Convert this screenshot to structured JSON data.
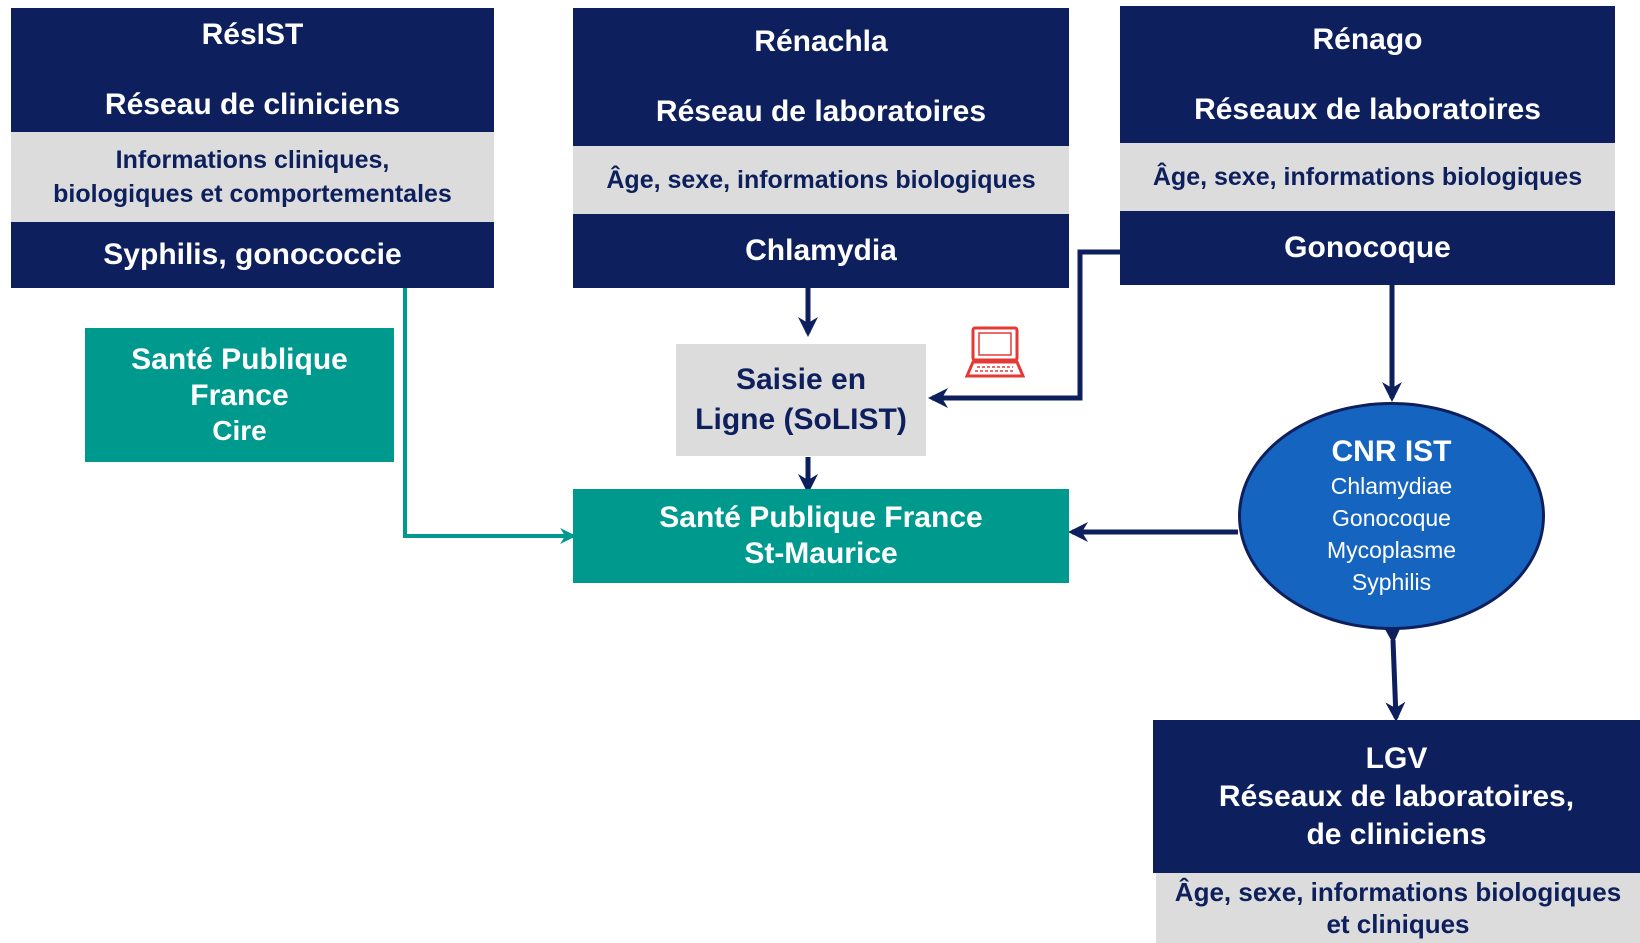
{
  "resist": {
    "title": "RésIST",
    "subtitle": "Réseau de cliniciens",
    "info_line1": "Informations cliniques,",
    "info_line2": "biologiques et comportementales",
    "diseases": "Syphilis, gonococcie"
  },
  "renachla": {
    "title": "Rénachla",
    "subtitle": "Réseau de laboratoires",
    "info": "Âge, sexe, informations biologiques",
    "disease": "Chlamydia"
  },
  "renago": {
    "title": "Rénago",
    "subtitle": "Réseaux de laboratoires",
    "info": "Âge, sexe, informations biologiques",
    "disease": "Gonocoque"
  },
  "spf_cire": {
    "line1": "Santé Publique",
    "line2": "France",
    "line3": "Cire"
  },
  "saisie": {
    "line1": "Saisie en",
    "line2": "Ligne (SoLIST)"
  },
  "spf_stmaurice": {
    "line1": "Santé Publique France",
    "line2": "St-Maurice"
  },
  "cnr": {
    "title": "CNR IST",
    "items": [
      "Chlamydiae",
      "Gonocoque",
      "Mycoplasme",
      "Syphilis"
    ]
  },
  "lgv": {
    "line1": "LGV",
    "line2": "Réseaux de laboratoires,",
    "line3": "de cliniciens",
    "info_line1": "Âge, sexe, informations biologiques",
    "info_line2": "et cliniques"
  },
  "colors": {
    "navy": "#0d1f5c",
    "grey": "#dcdcdc",
    "teal": "#00998e",
    "blue": "#1565c0",
    "laptop": "#e53935"
  },
  "icons": [
    "laptop-icon"
  ]
}
